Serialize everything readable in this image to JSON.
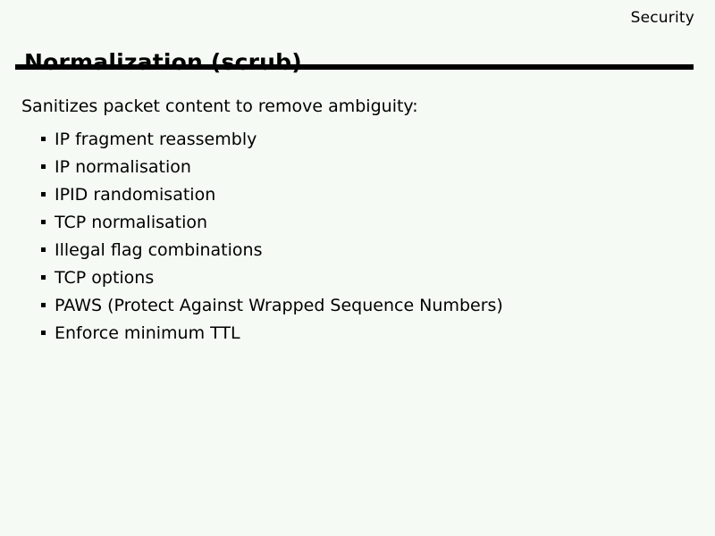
{
  "slide": {
    "category": "Security",
    "title": "Normalization (scrub)",
    "intro": "Sanitizes packet content to remove ambiguity:",
    "bullets": [
      "IP fragment reassembly",
      "IP normalisation",
      "IPID randomisation",
      "TCP normalisation",
      "Illegal flag combinations",
      "TCP options",
      "PAWS (Protect Against Wrapped Sequence Numbers)",
      "Enforce minimum TTL"
    ]
  },
  "colors": {
    "background": "#f5faf5",
    "text": "#000000",
    "rule": "#000000"
  }
}
